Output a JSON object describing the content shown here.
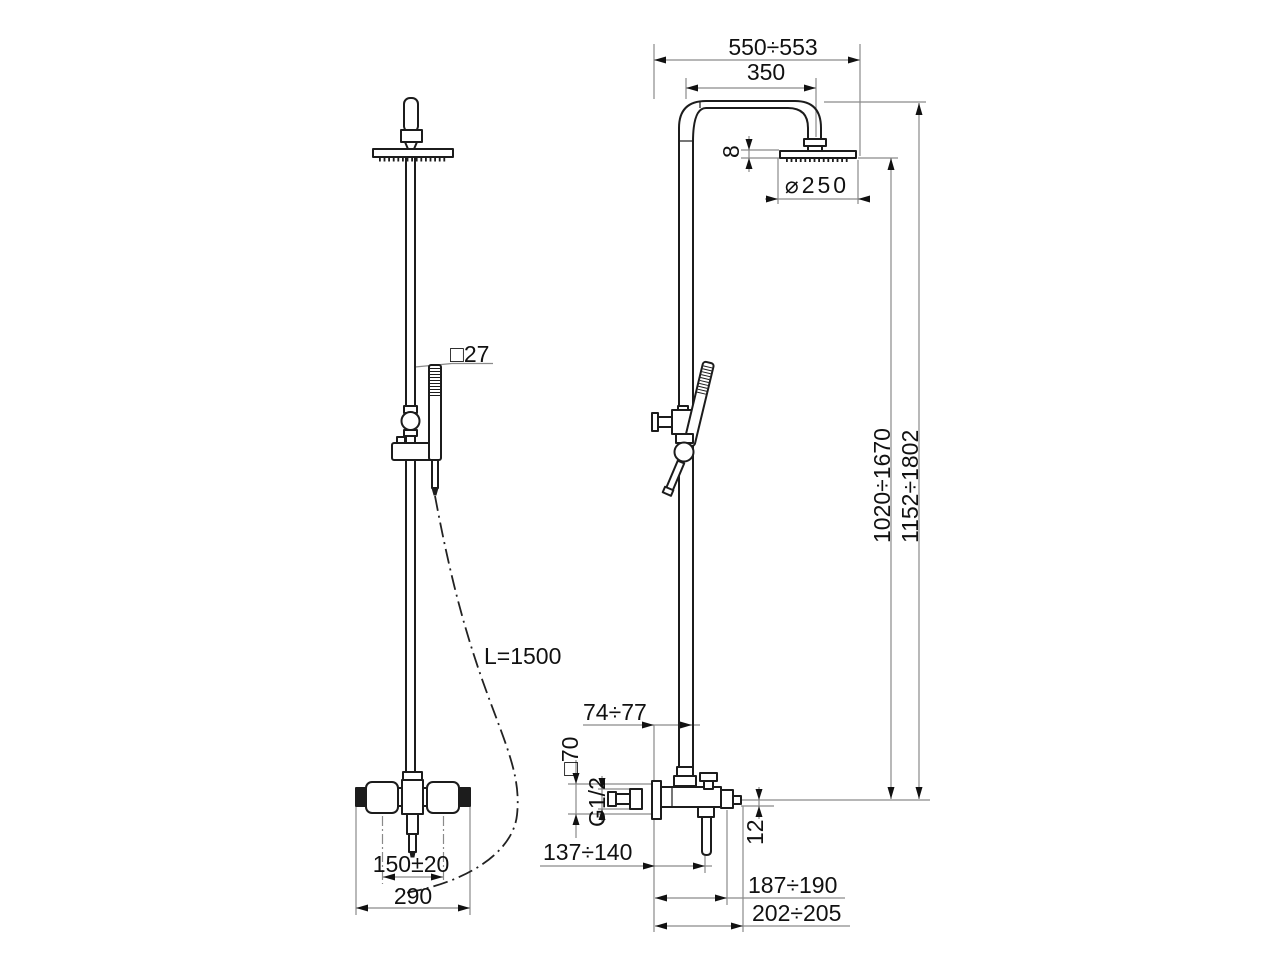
{
  "colors": {
    "line": "#1c1c1c",
    "dimension": "#8a8a8a",
    "text": "#111111",
    "background": "#ffffff"
  },
  "front_view": {
    "labels": {
      "riser_square": "□27",
      "hose_length": "L=1500",
      "supply_centers": "150±20",
      "body_width": "290"
    }
  },
  "side_view": {
    "labels": {
      "overall_reach": "550÷553",
      "arm_projection": "350",
      "head_thickness": "8",
      "head_diameter": "⌀250",
      "height_to_head": "1020÷1670",
      "overall_height": "1152÷1802",
      "wall_to_riser_axis": "74÷77",
      "escutcheon_square": "□70",
      "connection_thread": "G1/2",
      "outlet_offset": "12",
      "wall_to_spout_axis": "137÷140",
      "projection_mid": "187÷190",
      "projection_overall": "202÷205"
    }
  }
}
